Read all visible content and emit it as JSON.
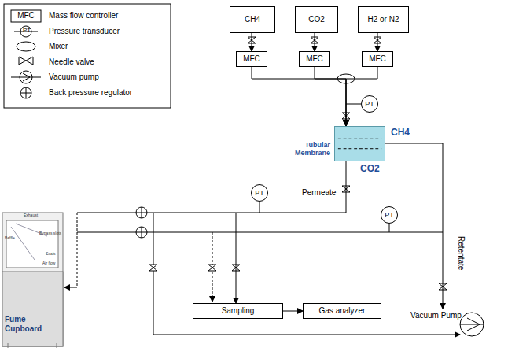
{
  "diagram": {
    "nodes": [
      {
        "text": [
          "CH4"
        ]
      },
      {
        "text": [
          "CO2"
        ]
      },
      {
        "text": [
          "H2 or N2"
        ]
      },
      {
        "text": [
          "MFC"
        ]
      },
      {
        "text": [
          "MFC"
        ]
      },
      {
        "text": [
          "MFC"
        ]
      },
      {
        "text": [
          "PT"
        ]
      },
      {
        "text": [
          "Tubular Membrane"
        ]
      },
      {
        "text": [
          "PT"
        ]
      },
      {
        "text": [
          "PT"
        ]
      },
      {
        "text": [
          "Sampling"
        ]
      },
      {
        "text": [
          "Gas analyzer"
        ]
      },
      {
        "text": [
          "Vacuum Pump"
        ]
      }
    ],
    "edges": [
      {
        "from": 0,
        "to": 3,
        "arrow": "to"
      },
      {
        "from": 1,
        "to": 4,
        "arrow": "to"
      },
      {
        "from": 2,
        "to": 5,
        "arrow": "to"
      },
      {
        "from": 3,
        "to": 7,
        "arrow": "to"
      },
      {
        "from": 4,
        "to": 7,
        "arrow": "to"
      },
      {
        "from": 5,
        "to": 7,
        "arrow": "to"
      },
      {
        "from": 7,
        "to": 10,
        "arrow": "to"
      },
      {
        "from": 10,
        "to": 11,
        "arrow": "to"
      },
      {
        "from": 7,
        "to": 12,
        "arrow": "to"
      }
    ],
    "labels": [
      "MFC",
      "PT",
      "CH4",
      "CO2",
      "Permeate",
      "Retentate",
      "Exhaust",
      "Baffle",
      "Bypass slots",
      "Seals",
      "Air flow",
      "Fume Cupboard"
    ],
    "legend": [
      {
        "text": "Mass flow controller"
      },
      {
        "text": "Pressure transducer"
      },
      {
        "text": "Mixer"
      },
      {
        "text": "Needle valve"
      },
      {
        "text": "Vacuum pump"
      },
      {
        "text": "Back pressure regulator"
      }
    ]
  }
}
